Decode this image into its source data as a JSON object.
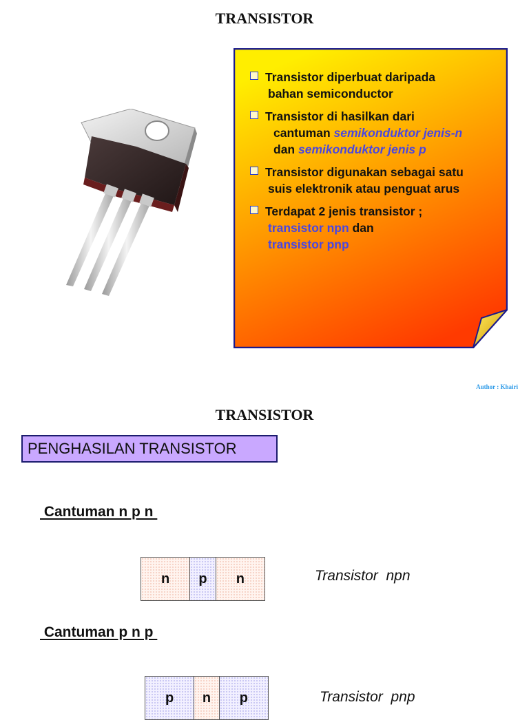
{
  "slide1": {
    "title": "TRANSISTOR",
    "bullets": [
      {
        "lines": [
          {
            "text": "Transistor diperbuat daripada"
          },
          {
            "text": "bahan   semiconductor"
          }
        ]
      },
      {
        "lines": [
          {
            "text": "Transistor di hasilkan dari"
          },
          {
            "text": "cantuman ",
            "em": "semikonduktor jenis-n"
          },
          {
            "text": "dan ",
            "em": "semikonduktor jenis p"
          }
        ]
      },
      {
        "lines": [
          {
            "text": "Transistor digunakan sebagai satu"
          },
          {
            "text": "suis elektronik atau penguat arus"
          }
        ]
      },
      {
        "lines": [
          {
            "text": "Terdapat 2 jenis  transistor ;"
          },
          {
            "blue": "transistor npn",
            "text": "   dan"
          },
          {
            "blue": "transistor pnp"
          }
        ]
      }
    ],
    "author": "Author : Khairi"
  },
  "slide2": {
    "title": "TRANSISTOR",
    "section": "PENGHASILAN TRANSISTOR",
    "junctions": [
      {
        "heading": " Cantuman n p n ",
        "cells": [
          "n",
          "p",
          "n"
        ],
        "label": "Transistor  npn"
      },
      {
        "heading": " Cantuman p n p ",
        "cells": [
          "p",
          "n",
          "p"
        ],
        "label": "Transistor  pnp"
      }
    ]
  },
  "colors": {
    "note_top": "#ffee00",
    "note_bottom": "#ff3a00",
    "note_border": "#1a1a8c",
    "section_bg": "#c9a8ff",
    "accent_blue": "#4a47e0"
  },
  "icons": {
    "bullet": "hollow-square-bullet",
    "photo": "to220-transistor-photo"
  }
}
